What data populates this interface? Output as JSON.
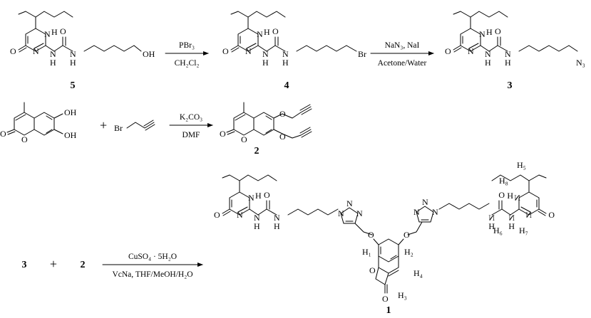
{
  "compounds": {
    "c5": "5",
    "c4": "4",
    "c3": "3",
    "c2": "2",
    "c1": "1",
    "r3": "3",
    "r2": "2"
  },
  "plus": "+",
  "steps": {
    "step1": {
      "above": "PBr₃",
      "below": "CH₂Cl₂"
    },
    "step2": {
      "above": "NaN₃, NaI",
      "below": "Acetone/Water"
    },
    "step3": {
      "above": "K₂CO₃",
      "below": "DMF"
    },
    "step4": {
      "above": "CuSO₄ · 5H₂O",
      "below": "VcNa, THF/MeOH/H₂O"
    }
  },
  "atoms": {
    "N": "N",
    "H": "H",
    "O": "O",
    "OH": "OH",
    "Br": "Br",
    "N3": "N₃"
  },
  "proton_labels": {
    "H1": "H₁",
    "H2": "H₂",
    "H3": "H₃",
    "H4": "H₄",
    "H5": "H₅",
    "H6": "H₆",
    "H7": "H₇",
    "H8": "H₈"
  }
}
